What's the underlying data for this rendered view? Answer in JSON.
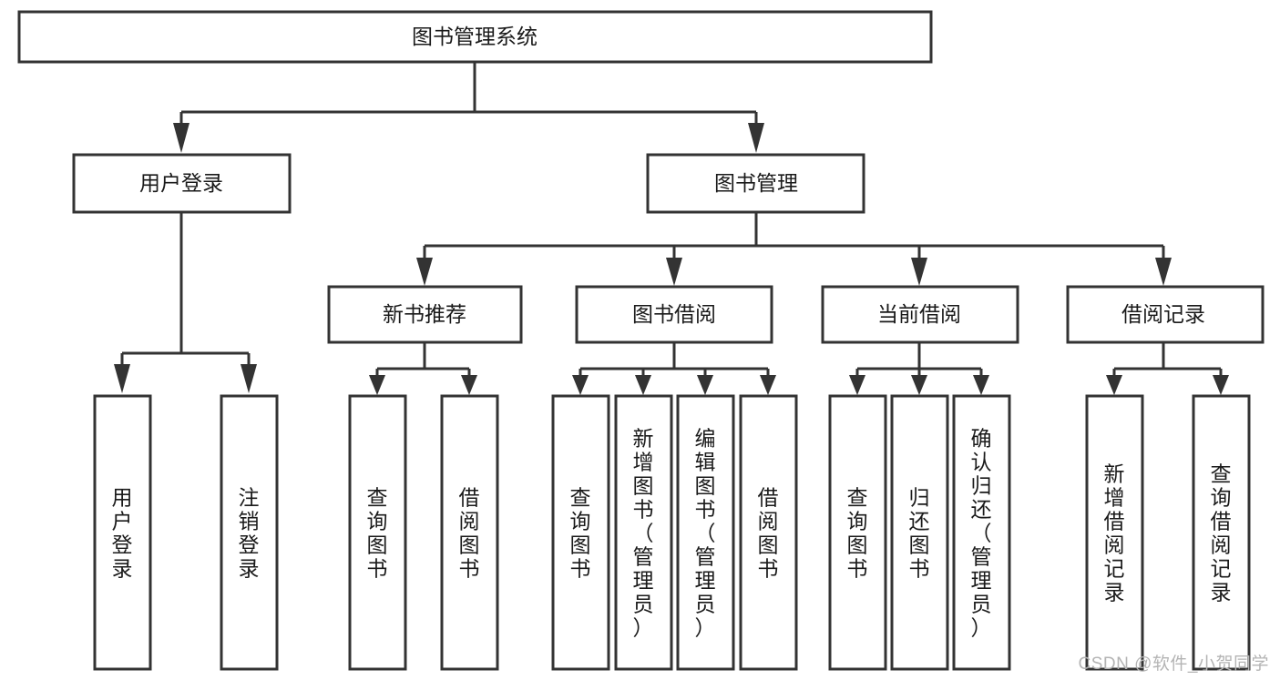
{
  "diagram": {
    "type": "tree-hierarchy",
    "title": "图书管理系统",
    "watermark": "CSDN @软件_小贺同学",
    "colors": {
      "stroke": "#333333",
      "box_fill": "#ffffff",
      "text": "#1a1a1a",
      "background": "#ffffff",
      "watermark": "#b4b4b4"
    },
    "levels": {
      "root": {
        "label": "图书管理系统"
      },
      "level2": [
        {
          "label": "用户登录"
        },
        {
          "label": "图书管理"
        }
      ],
      "level3": [
        {
          "label": "新书推荐"
        },
        {
          "label": "图书借阅"
        },
        {
          "label": "当前借阅"
        },
        {
          "label": "借阅记录"
        }
      ],
      "leaves": [
        {
          "label": "用户登录",
          "parent": "用户登录"
        },
        {
          "label": "注销登录",
          "parent": "用户登录"
        },
        {
          "label": "查询图书",
          "parent": "新书推荐"
        },
        {
          "label": "借阅图书",
          "parent": "新书推荐"
        },
        {
          "label": "查询图书",
          "parent": "图书借阅"
        },
        {
          "label": "新增图书（管理员）",
          "parent": "图书借阅"
        },
        {
          "label": "编辑图书（管理员）",
          "parent": "图书借阅"
        },
        {
          "label": "借阅图书",
          "parent": "图书借阅"
        },
        {
          "label": "查询图书",
          "parent": "当前借阅"
        },
        {
          "label": "归还图书",
          "parent": "当前借阅"
        },
        {
          "label": "确认归还（管理员）",
          "parent": "当前借阅"
        },
        {
          "label": "新增借阅记录",
          "parent": "借阅记录"
        },
        {
          "label": "查询借阅记录",
          "parent": "借阅记录"
        }
      ]
    }
  }
}
